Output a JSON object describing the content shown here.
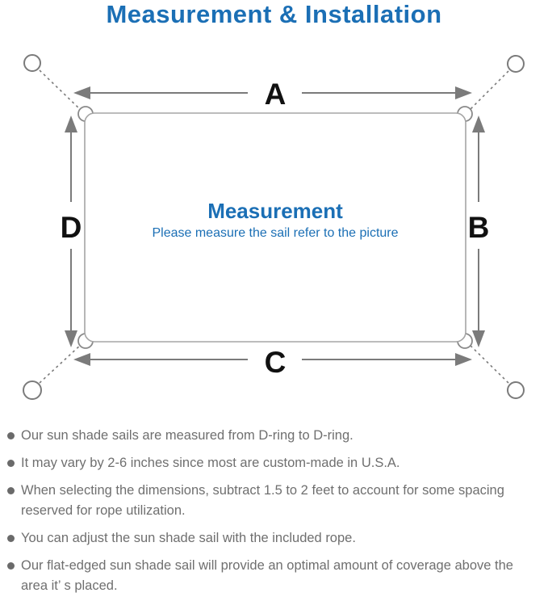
{
  "title": "Measurement & Installation",
  "diagram": {
    "labels": {
      "top": "A",
      "right": "B",
      "bottom": "C",
      "left": "D"
    },
    "center_title": "Measurement",
    "center_subtitle": "Please measure the sail refer to the picture"
  },
  "notes": {
    "items": [
      {
        "text": "Our sun shade sails are measured from D-ring to D-ring."
      },
      {
        "text": "It may vary by 2-6 inches since most are custom-made in U.S.A."
      },
      {
        "text": "When selecting the dimensions, subtract 1.5 to 2 feet to account for some spacing reserved for rope utilization."
      },
      {
        "text": "You can adjust the sun shade sail with the included rope."
      },
      {
        "text": "Our flat-edged sun shade sail will provide an optimal amount of coverage above the area it’ s placed."
      }
    ]
  },
  "colors": {
    "accent_blue": "#1b6fb5",
    "note_text_gray": "#6f6f6f",
    "dimension_line_gray": "#7b7b7b",
    "sail_border_gray": "#a5a5a5",
    "label_black": "#111111"
  }
}
